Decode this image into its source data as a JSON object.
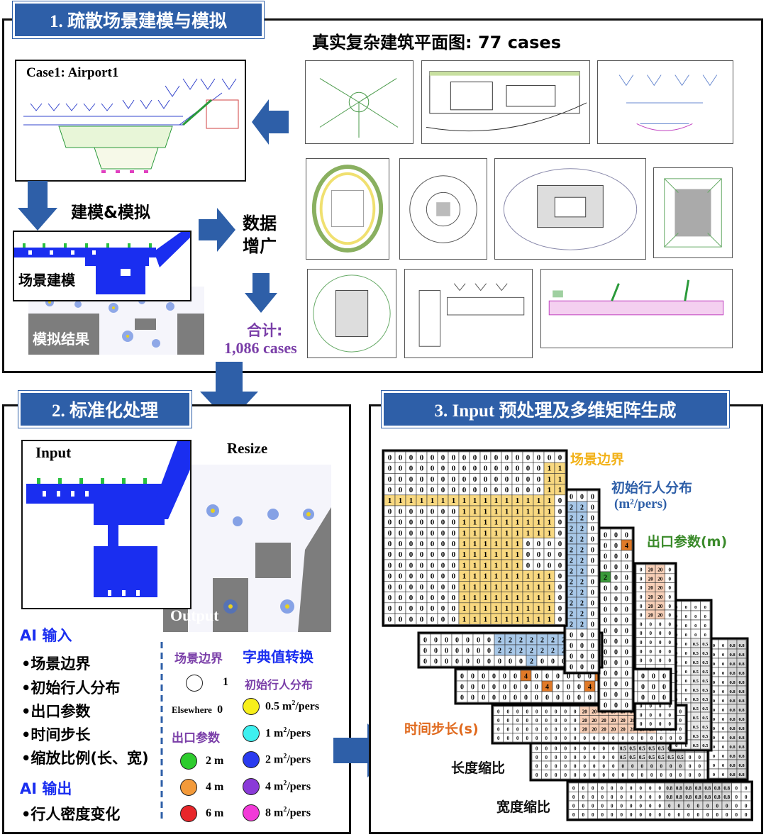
{
  "section1": {
    "title": "1. 疏散场景建模与模拟",
    "plans_title": "真实复杂建筑平面图: 77 cases",
    "case_label": "Case1: Airport1",
    "modeling_label": "建模&模拟",
    "augment_label_1": "数据",
    "augment_label_2": "增广",
    "scene_label": "场景建模",
    "sim_label": "模拟结果",
    "total_label": "合计:",
    "total_value": "1,086 cases"
  },
  "section2": {
    "title": "2. 标准化处理",
    "input_label": "Input",
    "resize_label": "Resize",
    "output_label": "Output",
    "ai_input_title": "AI 输入",
    "ai_inputs": [
      "•场景边界",
      "•初始行人分布",
      "•出口参数",
      "•时间步长",
      "•缩放比例(长、宽)"
    ],
    "ai_output_title": "AI 输出",
    "ai_outputs": [
      "•行人密度变化"
    ],
    "legend": {
      "dict_title": "字典值转换",
      "boundary_head": "场景边界",
      "boundary_one": "1",
      "elsewhere": "Elsewhere",
      "elsewhere_val": "0",
      "exit_head": "出口参数",
      "exits": [
        {
          "label": "2 m",
          "color": "#2ecc2e"
        },
        {
          "label": "4 m",
          "color": "#f39a3a"
        },
        {
          "label": "6 m",
          "color": "#e8262a"
        }
      ],
      "ped_head": "初始行人分布",
      "densities": [
        {
          "value": "0.5",
          "color": "#f7ef1a"
        },
        {
          "value": "1",
          "color": "#3ef0f0"
        },
        {
          "value": "2",
          "color": "#2a3bef"
        },
        {
          "value": "4",
          "color": "#8a3ad8"
        },
        {
          "value": "8",
          "color": "#f23ad8"
        }
      ],
      "density_unit_a": "m",
      "density_unit_sup": "2",
      "density_unit_b": "/pers"
    }
  },
  "section3": {
    "title": "3. Input 预处理及多维矩阵生成",
    "layers": [
      {
        "label": "场景边界",
        "color": "#f2b21a"
      },
      {
        "label": "初始行人分布",
        "color": "#2e5fa8",
        "unit": "(m²/pers)"
      },
      {
        "label": "出口参数(m)",
        "color": "#3a8a2a"
      },
      {
        "label": "时间步长(s)",
        "color": "#e06a1e"
      },
      {
        "label": "长度缩比",
        "color": "#111111"
      },
      {
        "label": "宽度缩比",
        "color": "#111111"
      }
    ]
  }
}
